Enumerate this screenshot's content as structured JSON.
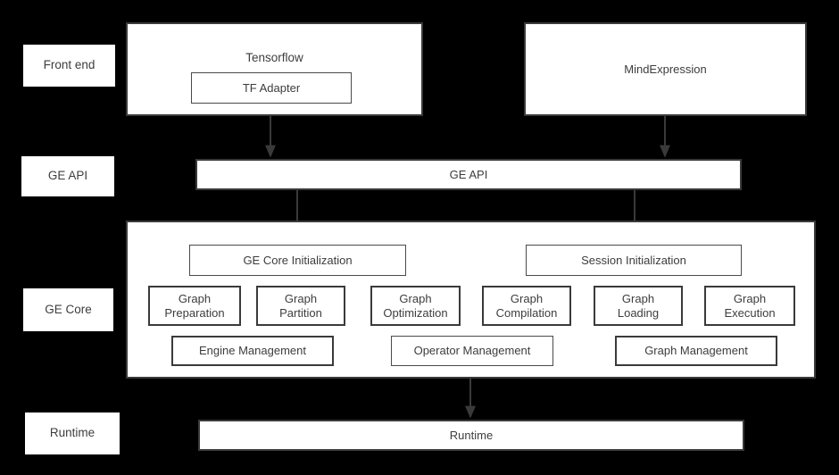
{
  "diagram": {
    "background_color": "#000000",
    "node_fill": "#ffffff",
    "node_stroke": "#3a3a3a",
    "text_color": "#3d3d3d",
    "layer_labels": [
      {
        "id": "front-end",
        "label": "Front end"
      },
      {
        "id": "ge-api",
        "label": "GE API"
      },
      {
        "id": "ge-core",
        "label": "GE Core"
      },
      {
        "id": "runtime",
        "label": "Runtime"
      }
    ],
    "front_end": {
      "tensorflow": {
        "title": "Tensorflow",
        "child": "TF Adapter"
      },
      "mindexpression": {
        "title": "MindExpression"
      }
    },
    "ge_api_bar": {
      "label": "GE API"
    },
    "ge_core": {
      "init_boxes": [
        {
          "id": "ge-core-initialization",
          "label": "GE Core Initialization"
        },
        {
          "id": "session-initialization",
          "label": "Session Initialization"
        }
      ],
      "graph_modules": [
        {
          "id": "graph-preparation",
          "label": "Graph\nPreparation"
        },
        {
          "id": "graph-partition",
          "label": "Graph\nPartition"
        },
        {
          "id": "graph-optimization",
          "label": "Graph\nOptimization"
        },
        {
          "id": "graph-compilation",
          "label": "Graph\nCompilation"
        },
        {
          "id": "graph-loading",
          "label": "Graph\nLoading"
        },
        {
          "id": "graph-execution",
          "label": "Graph\nExecution"
        }
      ],
      "management_modules": [
        {
          "id": "engine-management",
          "label": "Engine Management"
        },
        {
          "id": "operator-management",
          "label": "Operator Management"
        },
        {
          "id": "graph-management",
          "label": "Graph Management"
        }
      ]
    },
    "runtime_bar": {
      "label": "Runtime"
    },
    "connectors": [
      {
        "id": "tf-adapter-to-ge-api",
        "from": "TF Adapter",
        "to": "GE API"
      },
      {
        "id": "mindexpression-to-ge-api",
        "from": "MindExpression",
        "to": "GE API"
      },
      {
        "id": "ge-api-to-ge-core-init",
        "from": "GE API",
        "to": "GE Core Initialization"
      },
      {
        "id": "ge-api-to-session-init",
        "from": "GE API",
        "to": "Session Initialization"
      },
      {
        "id": "ge-core-to-runtime",
        "from": "GE Core",
        "to": "Runtime"
      }
    ]
  }
}
